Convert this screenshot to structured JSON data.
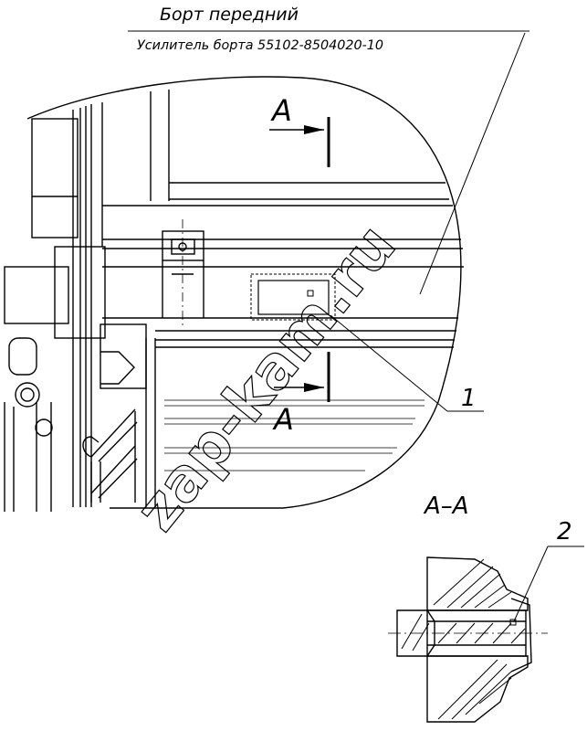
{
  "drawing": {
    "title": "Борт передний",
    "subtitle": "Усилитель борта 55102-8504020-10",
    "section_mark_top": "А",
    "section_mark_bottom": "А",
    "section_title": "А–А",
    "callout_1": "1",
    "callout_2": "2",
    "watermark": "zap-kam.ru"
  }
}
